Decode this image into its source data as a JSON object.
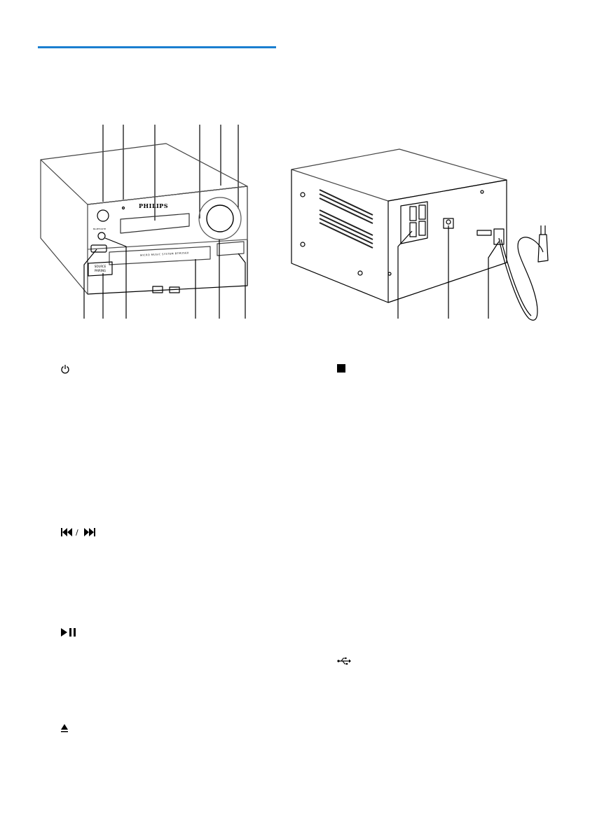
{
  "page": {
    "accent_color": "#1a7fd0"
  },
  "front_unit": {
    "brand": "PHILIPS",
    "bluetooth_label": "BLUETOOTH",
    "source_button_label": "SOURCE PAIRING",
    "tray_text": "MICRO MUSIC SYSTEM BTM2560"
  },
  "control_list": {
    "left": [
      {
        "icon": "power-icon"
      },
      {
        "icon": "skip-prev-next-icon"
      },
      {
        "icon": "play-pause-icon"
      },
      {
        "icon": "eject-icon"
      }
    ],
    "right": [
      {
        "icon": "stop-icon"
      },
      {
        "icon": "usb-icon"
      }
    ]
  }
}
